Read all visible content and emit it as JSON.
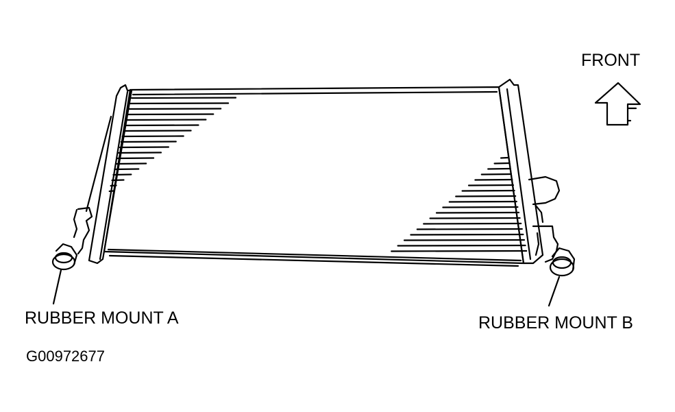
{
  "labels": {
    "front": "FRONT",
    "rubber_mount_a": "RUBBER MOUNT A",
    "rubber_mount_b": "RUBBER MOUNT B",
    "figure_code": "G00972677"
  },
  "icons": {
    "front_arrow": "up-arrow-icon"
  },
  "colors": {
    "line": "#000000",
    "background": "#ffffff"
  }
}
